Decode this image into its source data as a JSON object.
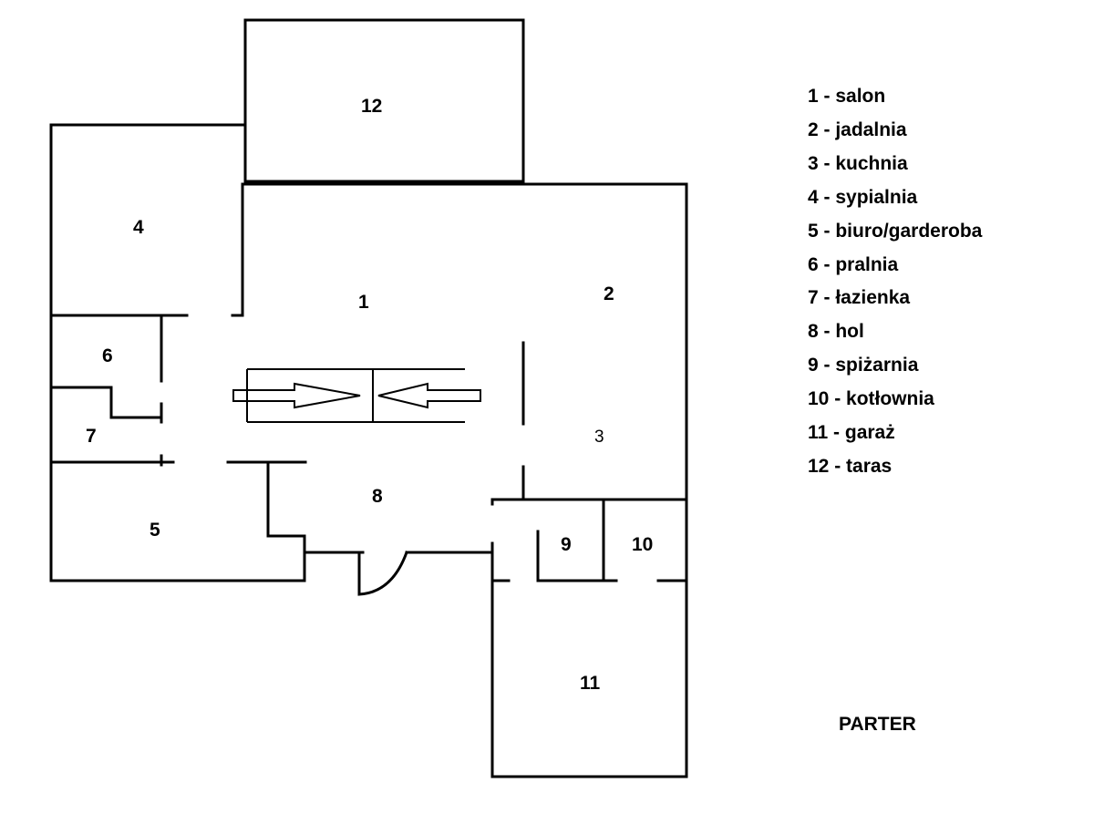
{
  "rooms": [
    {
      "number": "1"
    },
    {
      "number": "2"
    },
    {
      "number": "3"
    },
    {
      "number": "4"
    },
    {
      "number": "5"
    },
    {
      "number": "6"
    },
    {
      "number": "7"
    },
    {
      "number": "8"
    },
    {
      "number": "9"
    },
    {
      "number": "10"
    },
    {
      "number": "11"
    },
    {
      "number": "12"
    }
  ],
  "legend": [
    "1 - salon",
    "2 - jadalnia",
    "3 - kuchnia",
    "4 - sypialnia",
    "5 - biuro/garderoba",
    "6 - pralnia",
    "7 - łazienka",
    "8 - hol",
    "9 - spiżarnia",
    "10 - kotłownia",
    "11 - garaż",
    "12 - taras"
  ],
  "floor_title": "PARTER"
}
